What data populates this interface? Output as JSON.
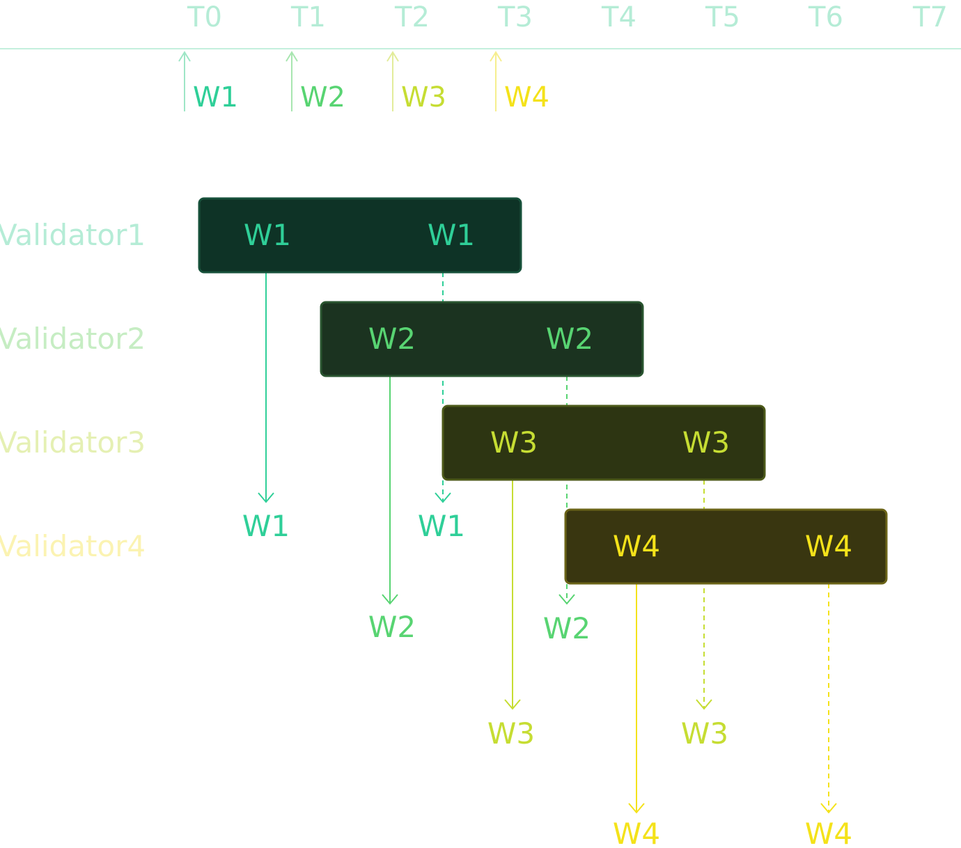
{
  "timeline": {
    "ticks": [
      "T0",
      "T1",
      "T2",
      "T3",
      "T4",
      "T5",
      "T6",
      "T7"
    ],
    "color": "#b5ecd6"
  },
  "arrivals": [
    {
      "label": "W1",
      "color": "#2fcf98",
      "arrow_color": "#9ee6c6"
    },
    {
      "label": "W2",
      "color": "#58d472",
      "arrow_color": "#a8e6b0"
    },
    {
      "label": "W3",
      "color": "#c6dd33",
      "arrow_color": "#e2ec9a"
    },
    {
      "label": "W4",
      "color": "#f4e21a",
      "arrow_color": "#f6ee8e"
    }
  ],
  "validators": [
    {
      "name": "Validator1",
      "name_color": "#b5ecd6",
      "box_fill": "#0e3326",
      "box_stroke": "#17513b",
      "text_color": "#2fcf98",
      "labels": [
        "W1",
        "W1"
      ]
    },
    {
      "name": "Validator2",
      "name_color": "#c6edc3",
      "box_fill": "#1b3320",
      "box_stroke": "#2a5530",
      "text_color": "#58d472",
      "labels": [
        "W2",
        "W2"
      ]
    },
    {
      "name": "Validator3",
      "name_color": "#e5f0b3",
      "box_fill": "#2d3512",
      "box_stroke": "#4d5a1a",
      "text_color": "#c6dd33",
      "labels": [
        "W3",
        "W3"
      ]
    },
    {
      "name": "Validator4",
      "name_color": "#fbf3b2",
      "box_fill": "#393610",
      "box_stroke": "#6b6418",
      "text_color": "#f4e21a",
      "labels": [
        "W4",
        "W4"
      ]
    }
  ],
  "outputs": [
    {
      "label": "W1",
      "color": "#2fcf98",
      "style": "solid"
    },
    {
      "label": "W1",
      "color": "#2fcf98",
      "style": "dashed"
    },
    {
      "label": "W2",
      "color": "#58d472",
      "style": "solid"
    },
    {
      "label": "W2",
      "color": "#58d472",
      "style": "dashed"
    },
    {
      "label": "W3",
      "color": "#c6dd33",
      "style": "solid"
    },
    {
      "label": "W3",
      "color": "#c6dd33",
      "style": "dashed"
    },
    {
      "label": "W4",
      "color": "#f4e21a",
      "style": "solid"
    },
    {
      "label": "W4",
      "color": "#f4e21a",
      "style": "dashed"
    }
  ]
}
